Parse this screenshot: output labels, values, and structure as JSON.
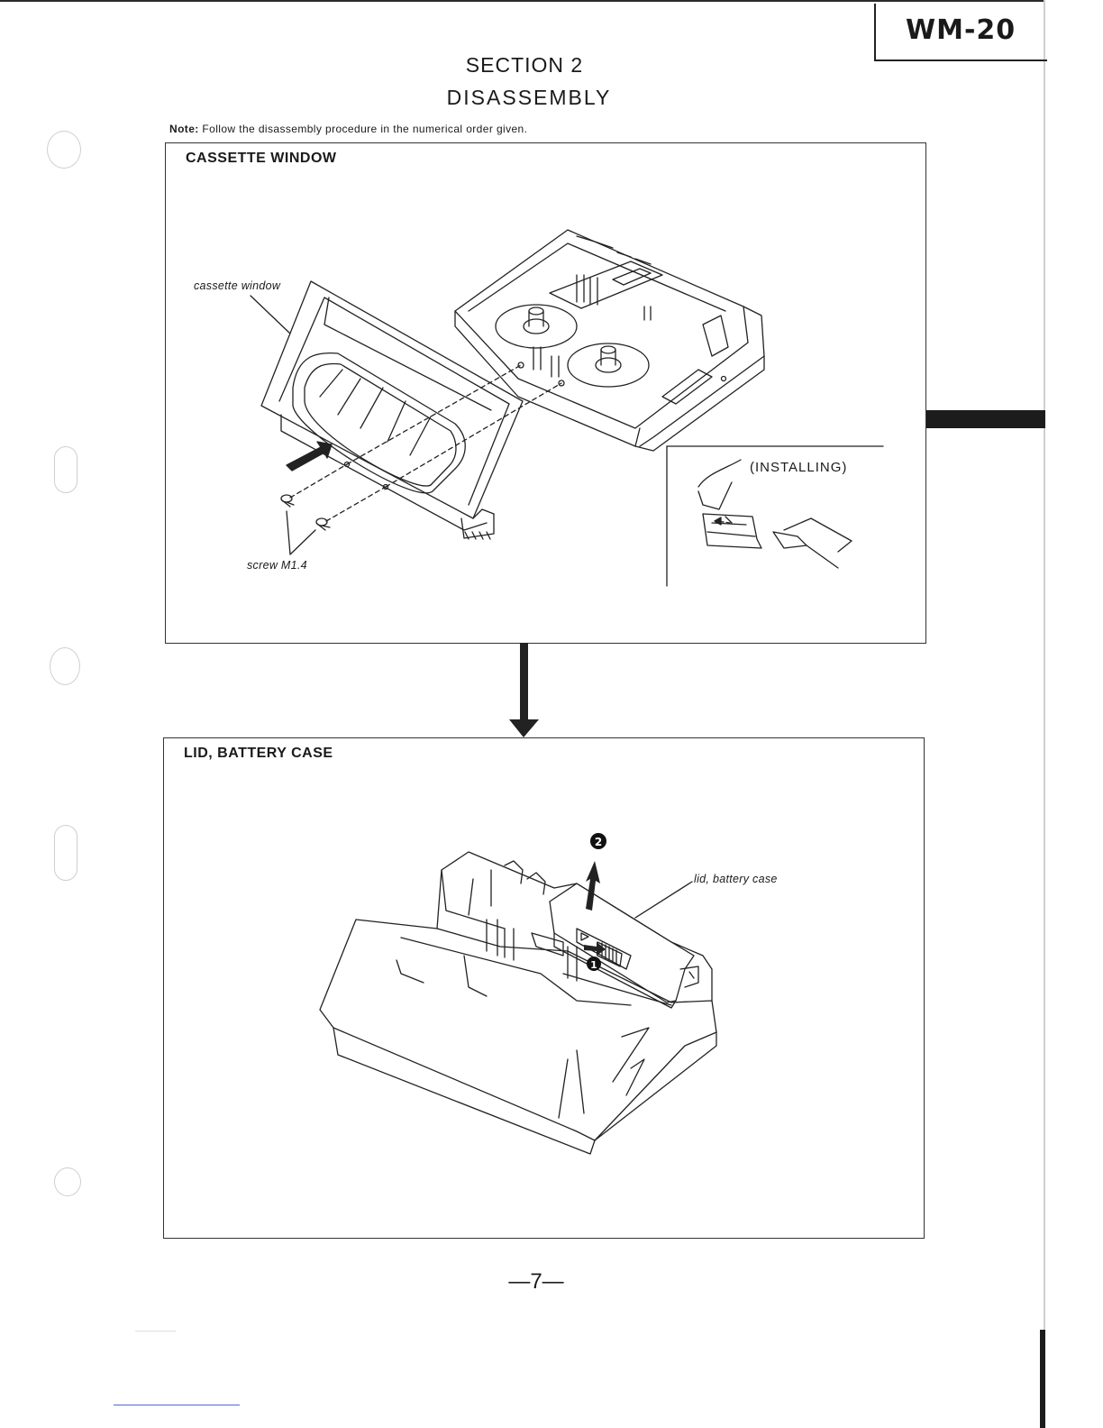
{
  "header": {
    "model": "WM-20",
    "section_title": "SECTION 2",
    "section_subtitle": "DISASSEMBLY"
  },
  "note": {
    "label": "Note:",
    "text": "Follow the disassembly procedure in the numerical order given."
  },
  "cassette_window_panel": {
    "title": "CASSETTE WINDOW",
    "callout_window": "cassette window",
    "callout_screw": "screw M1.4",
    "inset_label": "(INSTALLING)"
  },
  "lid_battery_panel": {
    "title": "LID, BATTERY CASE",
    "callout_lid": "lid, battery case",
    "step_1": "1",
    "step_2": "2"
  },
  "footer": {
    "page_number": "—7—"
  },
  "colors": {
    "ink": "#1a1a1a",
    "paper": "#ffffff",
    "link_underline": "#4a6dcf"
  }
}
